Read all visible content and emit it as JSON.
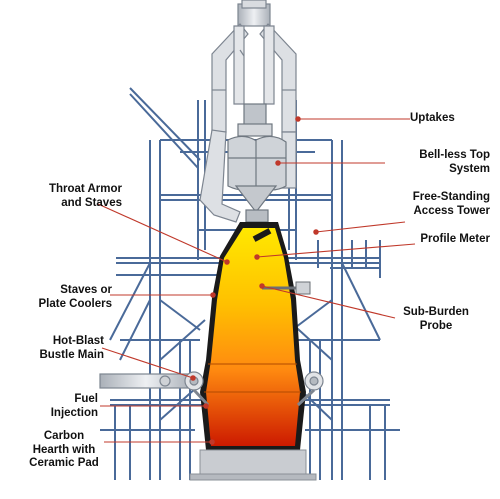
{
  "labels": {
    "uptakes": "Uptakes",
    "bellless": "Bell-less Top\nSystem",
    "throat": "Throat Armor\nand Staves",
    "freestanding": "Free-Standing\nAccess Tower",
    "profile": "Profile Meter",
    "staves": "Staves or\nPlate Coolers",
    "subburden": "Sub-Burden\nProbe",
    "hotblast": "Hot-Blast\nBustle Main",
    "fuel": "Fuel\nInjection",
    "carbon": "Carbon\nHearth with\nCeramic Pad"
  },
  "colors": {
    "structure": "#4a6a99",
    "structure_fill": "#dfe5ef",
    "ducts": "#c8ccd2",
    "ducts_edge": "#7d8590",
    "leader": "#c0392b",
    "furnace_top": "#ffe800",
    "furnace_mid": "#ffa010",
    "furnace_bottom": "#cc1a00",
    "shell": "#1a1a1a",
    "base": "#c9ccd1"
  }
}
